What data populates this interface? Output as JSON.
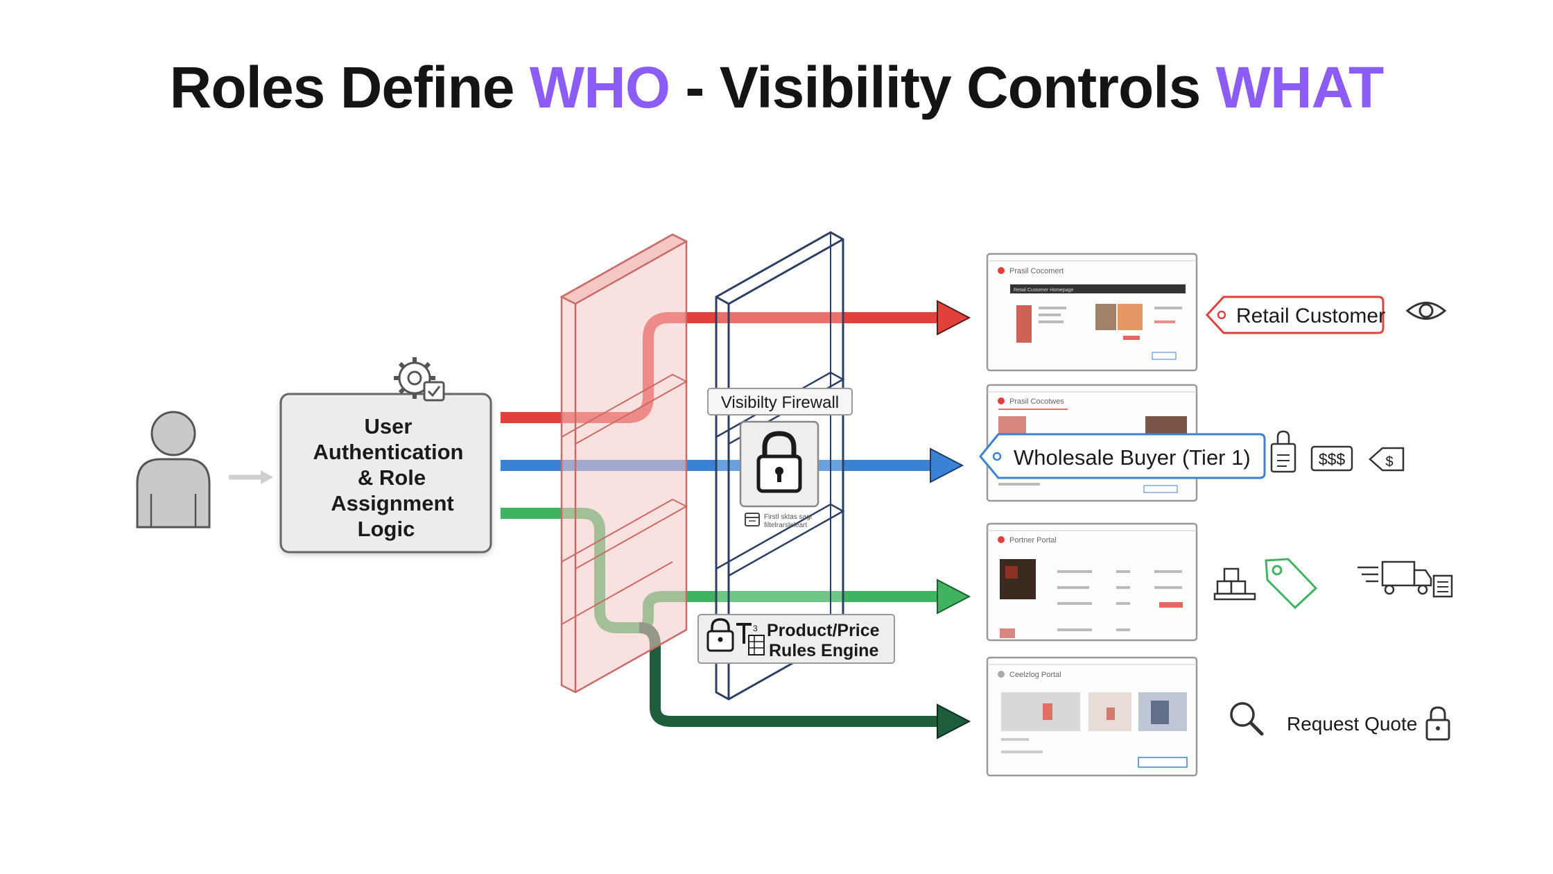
{
  "title": {
    "part1": "Roles Define ",
    "accent1": "WHO",
    "part2": " - Visibility Controls ",
    "accent2": "WHAT"
  },
  "colors": {
    "accent": "#8b5cf6",
    "red": "#e2403a",
    "blue": "#3b82d6",
    "green": "#3fb35f",
    "dark_green": "#1e5e3c",
    "panel_red": "#f4c9c6"
  },
  "auth_box": {
    "line1": "User",
    "line2": "Authentication",
    "line3": "& Role",
    "line4": "Assignment",
    "line5": "Logic"
  },
  "firewall": {
    "label": "Visibilty Firewall",
    "sub_text_1": "Firstl sktas sagr",
    "sub_text_2": "filtelrarsleleart"
  },
  "rules_engine": {
    "line1": "Product/Price",
    "line2": "Rules Engine"
  },
  "portals": [
    {
      "title": "Prasil Cocomert",
      "bar_text": "Retail Customer Homepage"
    },
    {
      "title": "Prasil Cocotwes"
    },
    {
      "title": "Portner Portal"
    },
    {
      "title": "Ceelzlog Portal"
    }
  ],
  "roles": {
    "retail": "Retail Customer",
    "wholesale": "Wholesale Buyer (Tier 1)",
    "price_badge": "$$$",
    "request_quote": "Request Quote"
  },
  "icons": [
    "user-icon",
    "gear-check-icon",
    "lock-icon",
    "eye-icon",
    "clipboard-lock-icon",
    "dollar-tag-icon",
    "boxes-icon",
    "price-tag-icon",
    "delivery-truck-icon",
    "document-icon",
    "search-icon",
    "padlock-icon",
    "calendar-icon",
    "table-icon"
  ]
}
